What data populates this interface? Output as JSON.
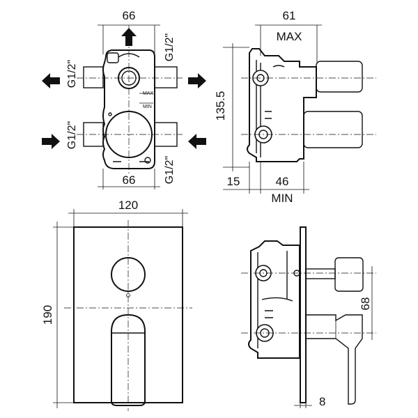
{
  "top_front": {
    "width_top": "66",
    "width_bottom": "66",
    "left_upper": "G1/2\"",
    "left_lower": "G1/2\"",
    "right_upper": "G1/2\"",
    "right_lower": "G1/2\"",
    "mark_max": "MAX",
    "mark_min": "MIN"
  },
  "top_side": {
    "depth_max": "61",
    "depth_max_caption": "MAX",
    "height": "135.5",
    "offset": "15",
    "depth_min": "46",
    "depth_min_caption": "MIN"
  },
  "plate_front": {
    "width": "120",
    "height": "190"
  },
  "plate_side": {
    "spacing": "68",
    "thickness": "8"
  }
}
